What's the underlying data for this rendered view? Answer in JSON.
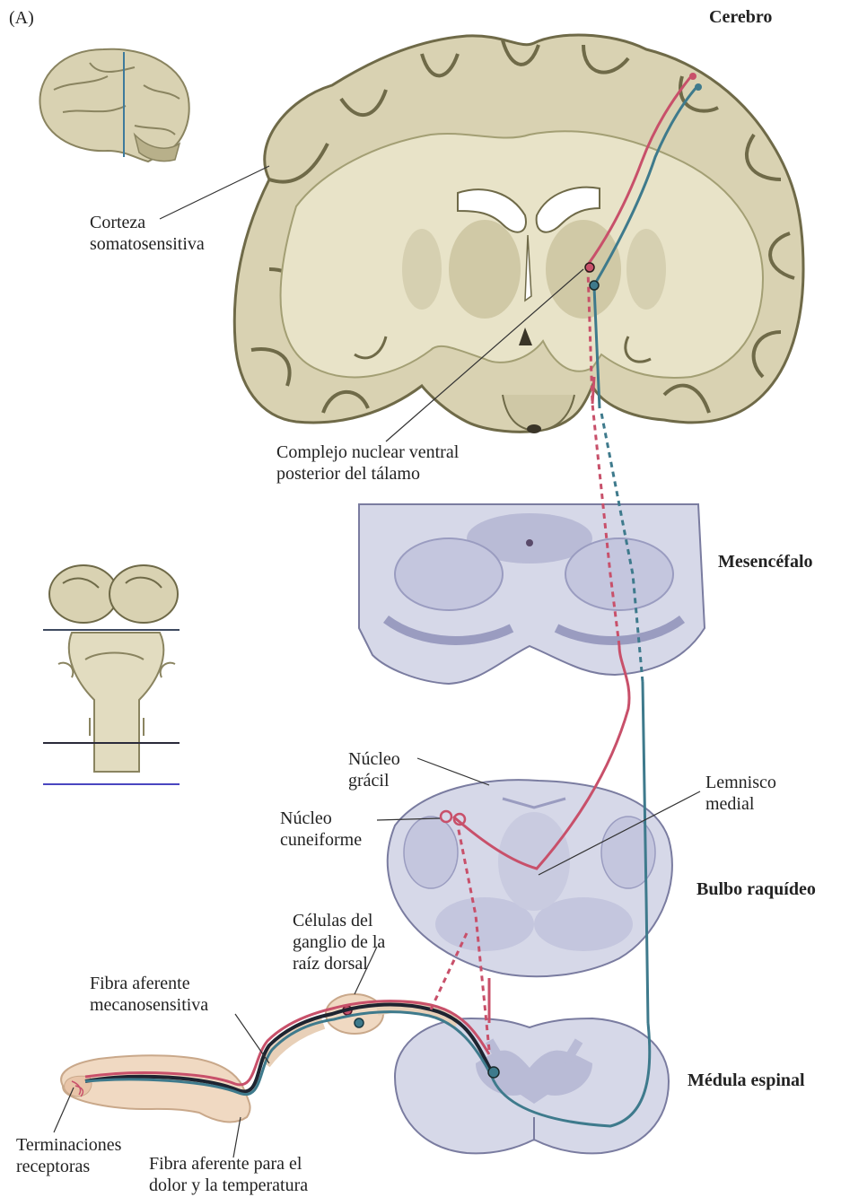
{
  "panel": {
    "letter": "(A)"
  },
  "regions": {
    "cerebro": "Cerebro",
    "mesencefalo": "Mesencéfalo",
    "bulbo": "Bulbo raquídeo",
    "medula": "Médula espinal"
  },
  "labels": {
    "corteza": [
      "Corteza",
      "somatosensitiva"
    ],
    "complejo": [
      "Complejo nuclear ventral",
      "posterior del tálamo"
    ],
    "gracil": [
      "Núcleo",
      "grácil"
    ],
    "cuneiforme": [
      "Núcleo",
      "cuneiforme"
    ],
    "lemnisco": [
      "Lemnisco",
      "medial"
    ],
    "ganglio": [
      "Células del",
      "ganglio de la",
      "raíz dorsal"
    ],
    "fibra_mecano": [
      "Fibra aferente",
      "mecanosensitiva"
    ],
    "terminaciones": [
      "Terminaciones",
      "receptoras"
    ],
    "fibra_dolor": [
      "Fibra aferente para el",
      "dolor y la temperatura"
    ]
  },
  "colors": {
    "mechano_pathway": "#c8506a",
    "pain_pathway": "#3e7a8c",
    "brain_tissue": "#d9d2b2",
    "brain_gray": "#a39f74",
    "brainstem_tissue": "#d6d8e8",
    "brainstem_gray": "#b9bbd6"
  }
}
